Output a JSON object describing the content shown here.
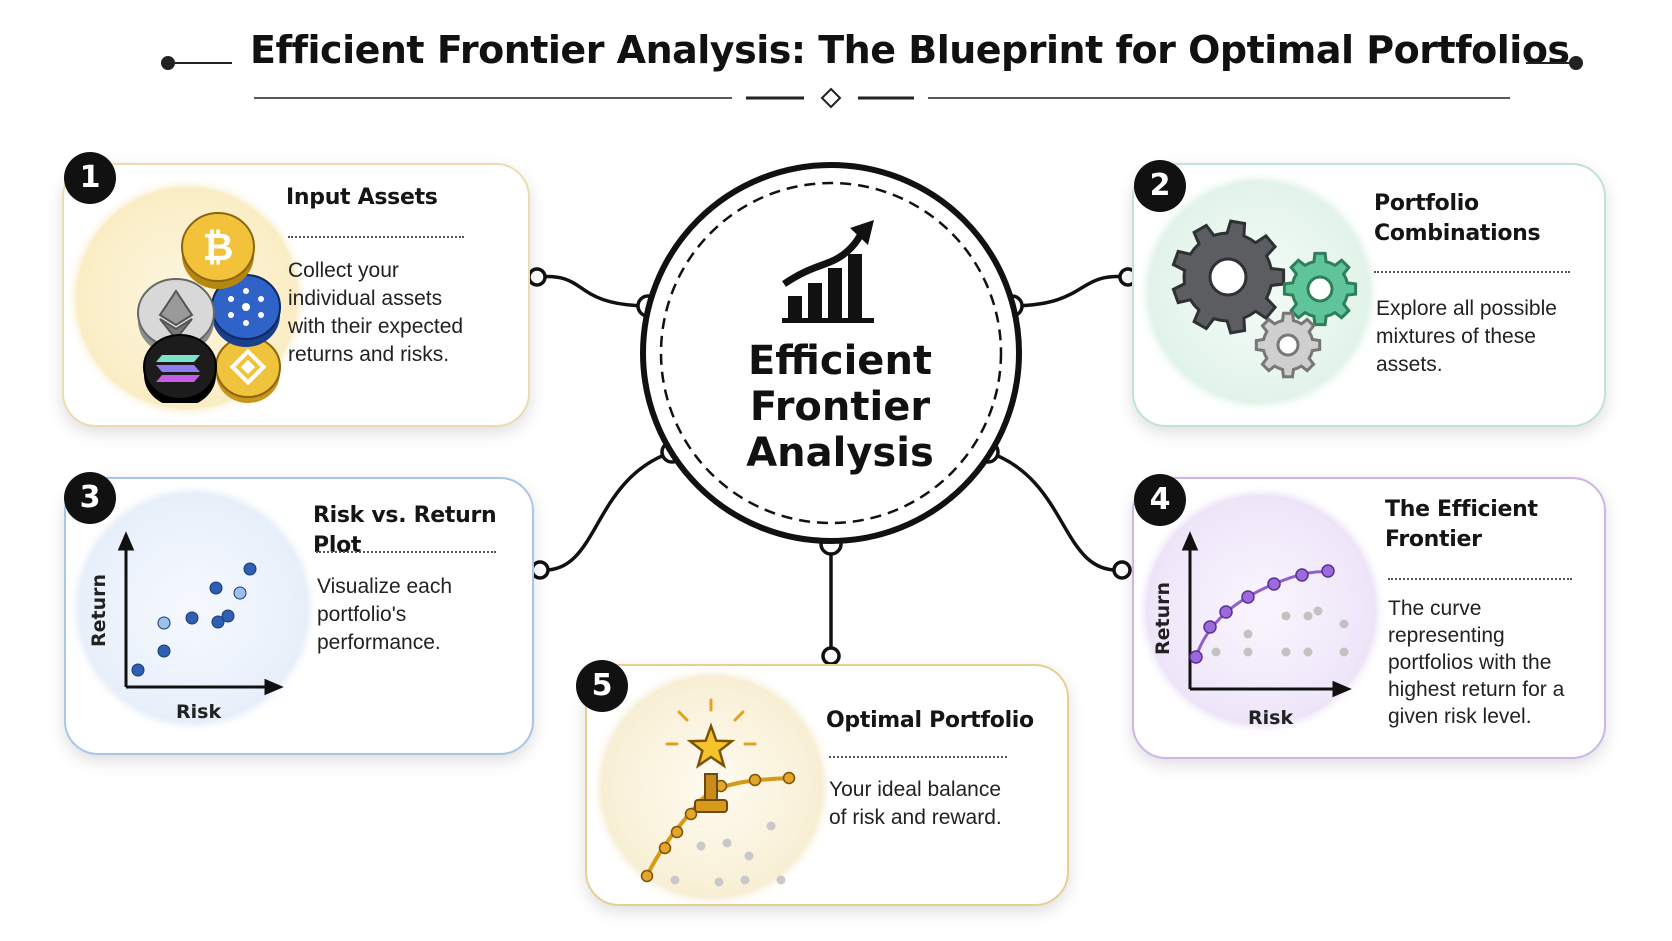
{
  "header": {
    "title": "Efficient Frontier Analysis: The Blueprint for Optimal Portfolios"
  },
  "center": {
    "title_lines": [
      "Efficient",
      "Frontier",
      "Analysis"
    ],
    "icon": "growth-chart-icon"
  },
  "steps": [
    {
      "number": "1",
      "title": "Input Assets",
      "text": "Collect your\nindividual assets\nwith their expected\nreturns and risks.",
      "icon": "crypto-coins-icon",
      "accent": "#e8c85a"
    },
    {
      "number": "2",
      "title": "Portfolio\nCombinations",
      "text": "Explore all possible\nmixtures of these\nassets.",
      "icon": "gears-icon",
      "accent": "#5fc49a"
    },
    {
      "number": "3",
      "title": "Risk vs. Return Plot",
      "text": "Visualize each\nportfolio's\nperformance.",
      "icon": "scatter-plot-icon",
      "accent": "#3a6fc2",
      "xlabel": "Risk",
      "ylabel": "Return"
    },
    {
      "number": "4",
      "title": "The Efficient\nFrontier",
      "text": "The curve\nrepresenting\nportfolios with the\nhighest return for a\ngiven risk level.",
      "icon": "frontier-curve-icon",
      "accent": "#8f5fd0",
      "xlabel": "Risk",
      "ylabel": "Return"
    },
    {
      "number": "5",
      "title": "Optimal Portfolio",
      "text": "Your ideal balance\nof risk and reward.",
      "icon": "star-trophy-icon",
      "accent": "#e0a820"
    }
  ]
}
